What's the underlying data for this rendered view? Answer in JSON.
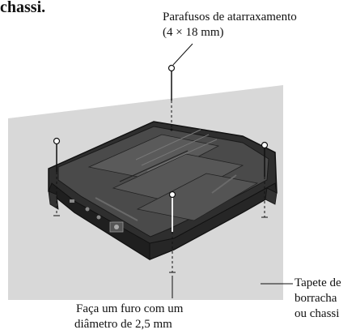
{
  "heading": "chassi.",
  "labels": {
    "screws_line1": "Parafusos de atarraxamento",
    "screws_line2": "(4 × 18 mm)",
    "drill_line1": "Faça um furo com um",
    "drill_line2": "diâmetro de 2,5 mm",
    "mat_line1": "Tapete de",
    "mat_line2": "borracha",
    "mat_line3": "ou chassi"
  },
  "colors": {
    "surface": "#d8d8d8",
    "amp_body": "#3a3a3a",
    "amp_top": "#555555",
    "amp_dark": "#222222"
  },
  "screw_count": 4
}
